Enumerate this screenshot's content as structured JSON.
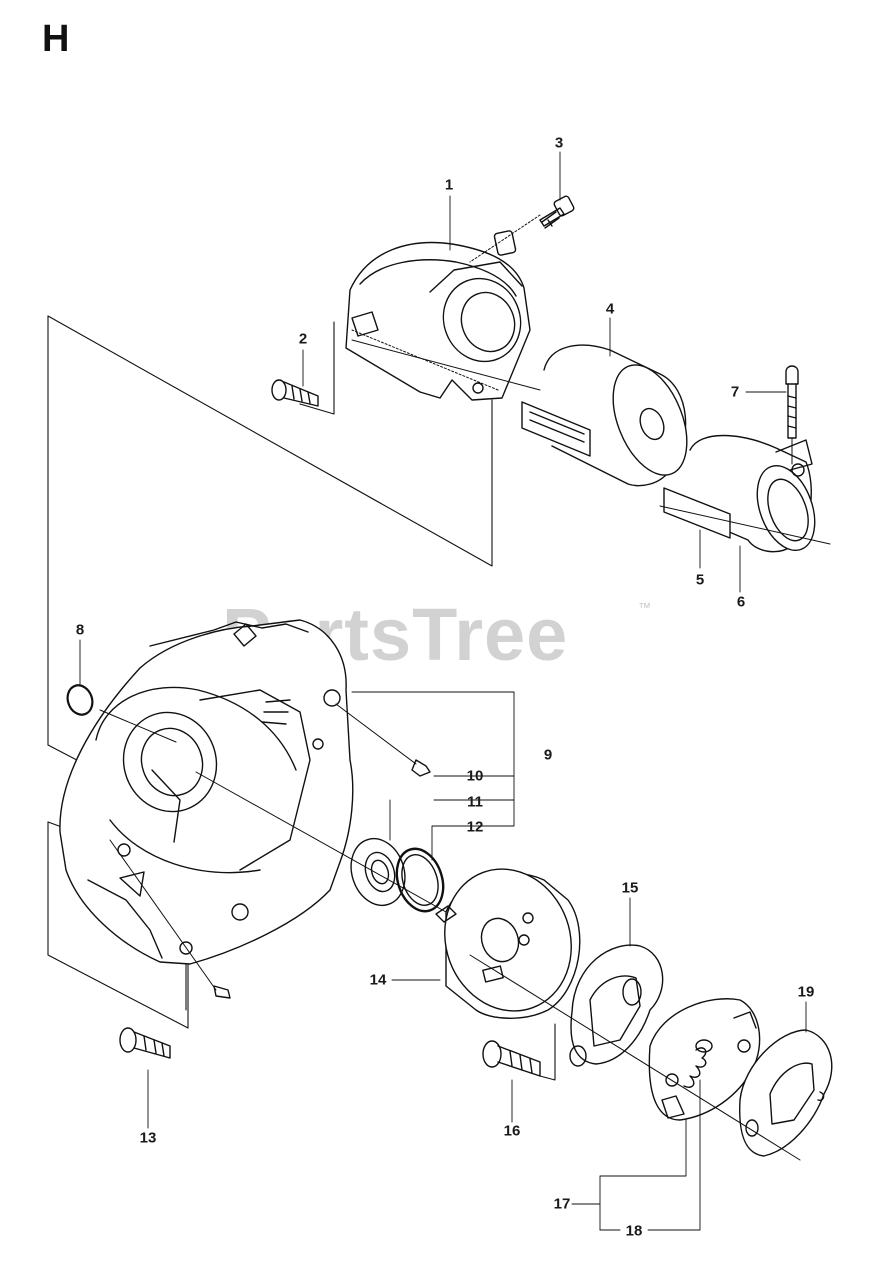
{
  "sheet": {
    "letter": "H"
  },
  "watermark": {
    "text": "PartsTree",
    "trademark": "™"
  },
  "callouts": [
    "1",
    "2",
    "3",
    "4",
    "5",
    "6",
    "7",
    "8",
    "9",
    "10",
    "11",
    "12",
    "13",
    "14",
    "15",
    "16",
    "17",
    "18",
    "19"
  ]
}
